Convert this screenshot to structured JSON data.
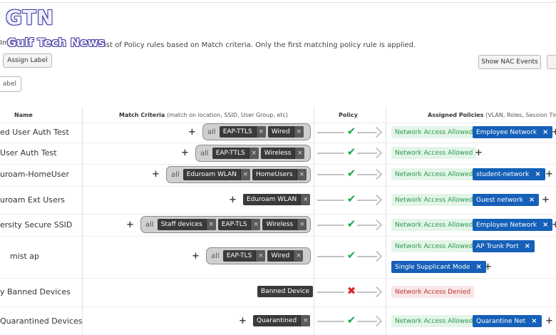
{
  "watermark": {
    "logo": "GTN",
    "subtitle": "Gulf Tech News"
  },
  "description": {
    "prefix": "Imp",
    "text": "ist of Policy rules based on Match criteria. Only the first matching policy rule is applied."
  },
  "toolbar": {
    "assign_label": "Assign Label",
    "show_nac_events": "Show NAC Events",
    "label_button": "abel"
  },
  "headers": {
    "name": "Name",
    "match": "Match Criteria",
    "match_hint": "(match on location, SSID, User Group, etc)",
    "policy": "Policy",
    "assigned": "Assigned Policies",
    "assigned_hint": "(VLAN, Roles, Session Timeout"
  },
  "rows": [
    {
      "name": "ed User Auth Test",
      "all": "all",
      "criteria": [
        "EAP-TTLS",
        "Wired"
      ],
      "policy": "allow",
      "access": "Network Access Allowed",
      "assigned": [
        "Employee Network"
      ]
    },
    {
      "name": "User Auth Test",
      "all": "all",
      "criteria": [
        "EAP-TTLS",
        "Wireless"
      ],
      "policy": "allow",
      "access": "Network Access Allowed",
      "assigned": []
    },
    {
      "name": "uroam-HomeUser",
      "all": "all",
      "criteria": [
        "Eduroam WLAN",
        "HomeUsers"
      ],
      "policy": "allow",
      "access": "Network Access Allowed",
      "assigned": [
        "student-network"
      ]
    },
    {
      "name": "uroam Ext Users",
      "criteria": [
        "Eduroam WLAN"
      ],
      "policy": "allow",
      "access": "Network Access Allowed",
      "assigned": [
        "Guest network"
      ]
    },
    {
      "name": "ersity Secure SSID",
      "all": "all",
      "criteria": [
        "Staff devices",
        "EAP-TLS",
        "Wireless"
      ],
      "policy": "allow",
      "access": "Network Access Allowed",
      "assigned": [
        "Employee Network"
      ]
    },
    {
      "name": "mist ap",
      "all": "all",
      "criteria": [
        "EAP-TLS",
        "Wired"
      ],
      "policy": "allow",
      "access": "Network Access Allowed",
      "assigned": [
        "AP Trunk Port",
        "Single Supplicant Mode"
      ]
    },
    {
      "name": "y Banned Devices",
      "criteria": [
        "Banned Device"
      ],
      "policy": "deny",
      "access": "Network Access Denied",
      "assigned": []
    },
    {
      "name": "Quarantined Devices",
      "criteria": [
        "Quarantined"
      ],
      "policy": "allow",
      "access": "Network Access Allowed",
      "assigned": [
        "Quarantine Net"
      ]
    }
  ],
  "icons": {
    "add": "+",
    "remove": "×",
    "allow": "✔",
    "deny": "✖"
  }
}
